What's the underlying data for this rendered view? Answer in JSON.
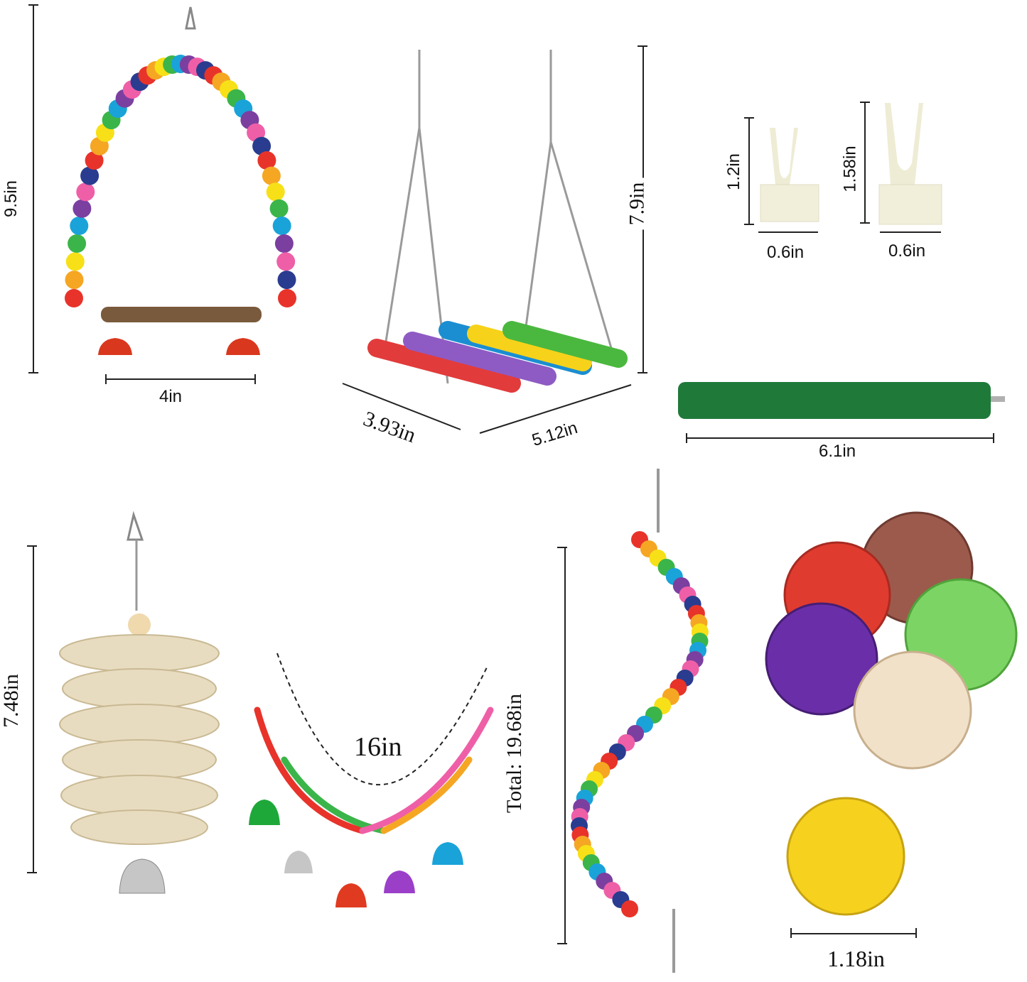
{
  "products": [
    {
      "id": "bead-arch-swing",
      "name": "Beaded arch swing with wooden perch and bells",
      "dims": {
        "height": "9.5in",
        "width": "4in"
      }
    },
    {
      "id": "hanging-stick-swing",
      "name": "Colorful wooden stick hanging swing",
      "dims": {
        "height": "7.9in",
        "depth": "3.93in",
        "width": "5.12in"
      }
    },
    {
      "id": "cup-holder-small",
      "name": "Forked perch holder (small)",
      "dims": {
        "height": "1.2in",
        "width": "0.6in"
      }
    },
    {
      "id": "cup-holder-large",
      "name": "Forked perch holder (large)",
      "dims": {
        "height": "1.58in",
        "width": "0.6in"
      }
    },
    {
      "id": "sand-perch",
      "name": "Green sand perch stick",
      "dims": {
        "length": "6.1in"
      }
    },
    {
      "id": "corn-husk-chew",
      "name": "Corn husk chew toy with bell",
      "dims": {
        "height": "7.48in"
      }
    },
    {
      "id": "chain-bell-bridge",
      "name": "Plastic chain bridge with bells",
      "dims": {
        "length": "16in"
      }
    },
    {
      "id": "bead-spiral",
      "name": "Spiral beaded hanging toy",
      "dims": {
        "total": "Total: 19.68in"
      }
    },
    {
      "id": "rattan-balls",
      "name": "Rattan ball set",
      "dims": {
        "diameter": "1.18in"
      }
    }
  ],
  "colors": {
    "beads": [
      "#e8332a",
      "#f5a623",
      "#f7e017",
      "#3bb54a",
      "#1aa3d9",
      "#7b3fa0",
      "#ef5fa7",
      "#2a3c8f"
    ],
    "perch_green": "#1f7a3a",
    "wood": "#7a5a3c",
    "bell_red": "#d9381e",
    "holder": "#f1efd9"
  }
}
